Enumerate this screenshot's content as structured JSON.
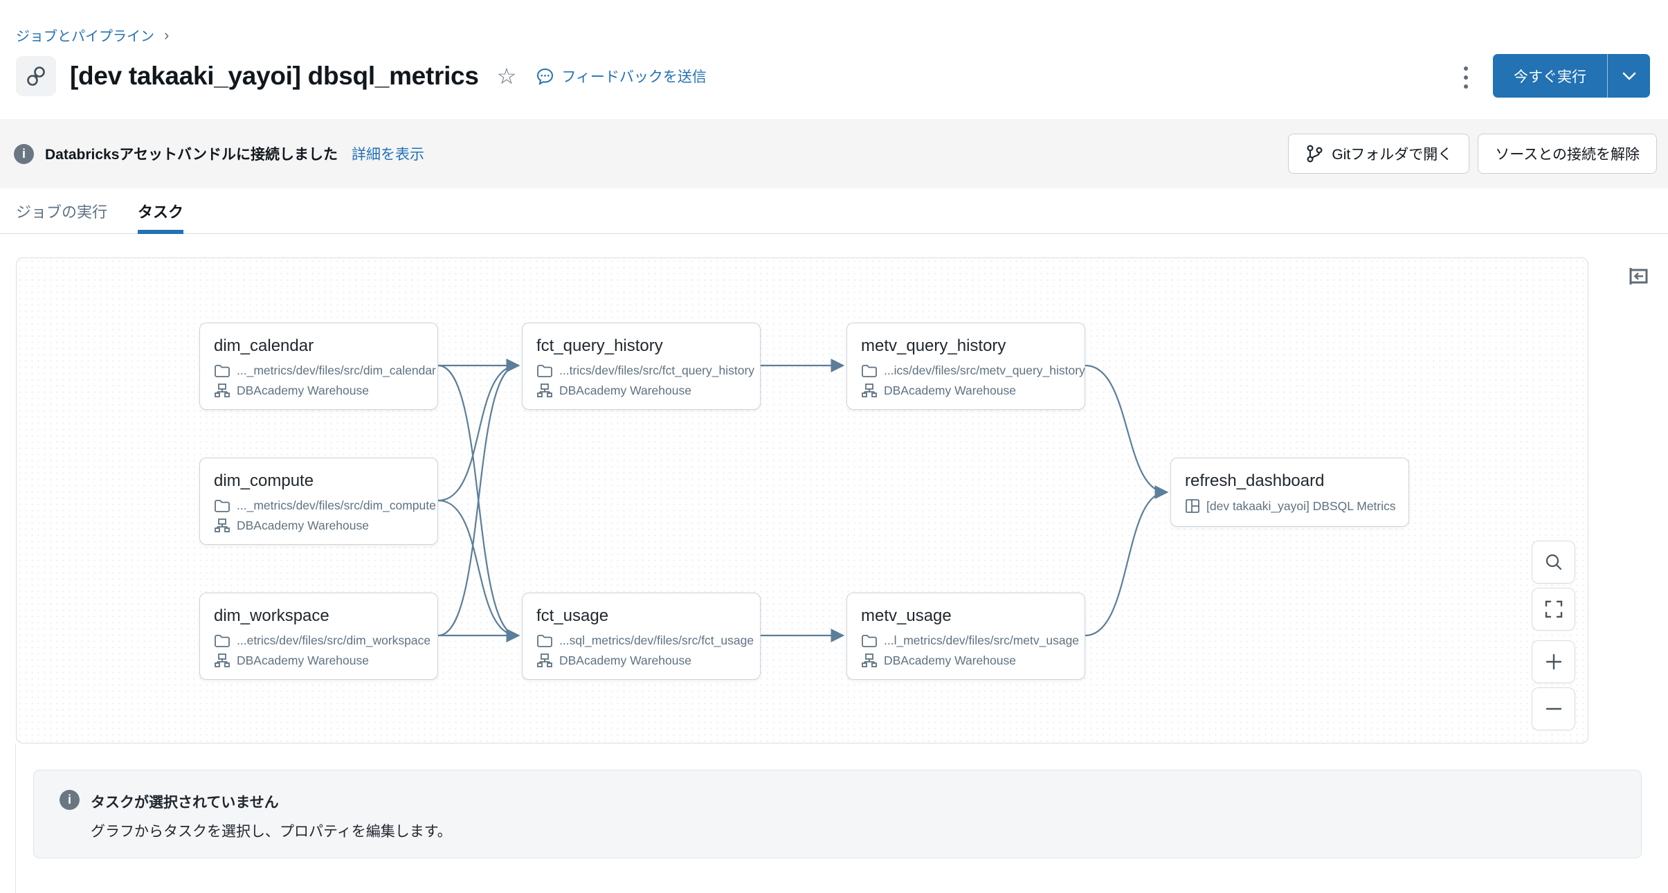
{
  "breadcrumb": {
    "label": "ジョブとパイプライン",
    "separator": "›"
  },
  "header": {
    "title": "[dev takaaki_yayoi] dbsql_metrics",
    "feedback_label": "フィードバックを送信",
    "run_button_label": "今すぐ実行"
  },
  "banner": {
    "message": "Databricksアセットバンドルに接続しました",
    "details_link": "詳細を表示",
    "git_button": "Gitフォルダで開く",
    "disconnect_button": "ソースとの接続を解除"
  },
  "tabs": [
    {
      "label": "ジョブの実行",
      "active": false
    },
    {
      "label": "タスク",
      "active": true
    }
  ],
  "tasks": [
    {
      "name": "dim_calendar",
      "path": "..._metrics/dev/files/src/dim_calendar",
      "compute": "DBAcademy Warehouse"
    },
    {
      "name": "dim_compute",
      "path": "..._metrics/dev/files/src/dim_compute",
      "compute": "DBAcademy Warehouse"
    },
    {
      "name": "dim_workspace",
      "path": "...etrics/dev/files/src/dim_workspace",
      "compute": "DBAcademy Warehouse"
    },
    {
      "name": "fct_query_history",
      "path": "...trics/dev/files/src/fct_query_history",
      "compute": "DBAcademy Warehouse"
    },
    {
      "name": "fct_usage",
      "path": "...sql_metrics/dev/files/src/fct_usage",
      "compute": "DBAcademy Warehouse"
    },
    {
      "name": "metv_query_history",
      "path": "...ics/dev/files/src/metv_query_history",
      "compute": "DBAcademy Warehouse"
    },
    {
      "name": "metv_usage",
      "path": "...l_metrics/dev/files/src/metv_usage",
      "compute": "DBAcademy Warehouse"
    },
    {
      "name": "refresh_dashboard",
      "detail": "[dev takaaki_yayoi] DBSQL Metrics"
    }
  ],
  "dag_edges": [
    "dim_calendar→fct_query_history",
    "dim_calendar→fct_usage",
    "dim_compute→fct_query_history",
    "dim_compute→fct_usage",
    "dim_workspace→fct_query_history",
    "dim_workspace→fct_usage",
    "fct_query_history→metv_query_history",
    "fct_usage→metv_usage",
    "metv_query_history→refresh_dashboard",
    "metv_usage→refresh_dashboard"
  ],
  "properties_panel": {
    "empty_title": "タスクが選択されていません",
    "empty_description": "グラフからタスクを選択し、プロパティを編集します。"
  },
  "icons": {
    "star": "☆"
  },
  "colors": {
    "accent": "#2272B4",
    "edge": "#5C7E99",
    "banner_bg": "#F5F5F6",
    "panel_bg": "#F5F6F8"
  }
}
